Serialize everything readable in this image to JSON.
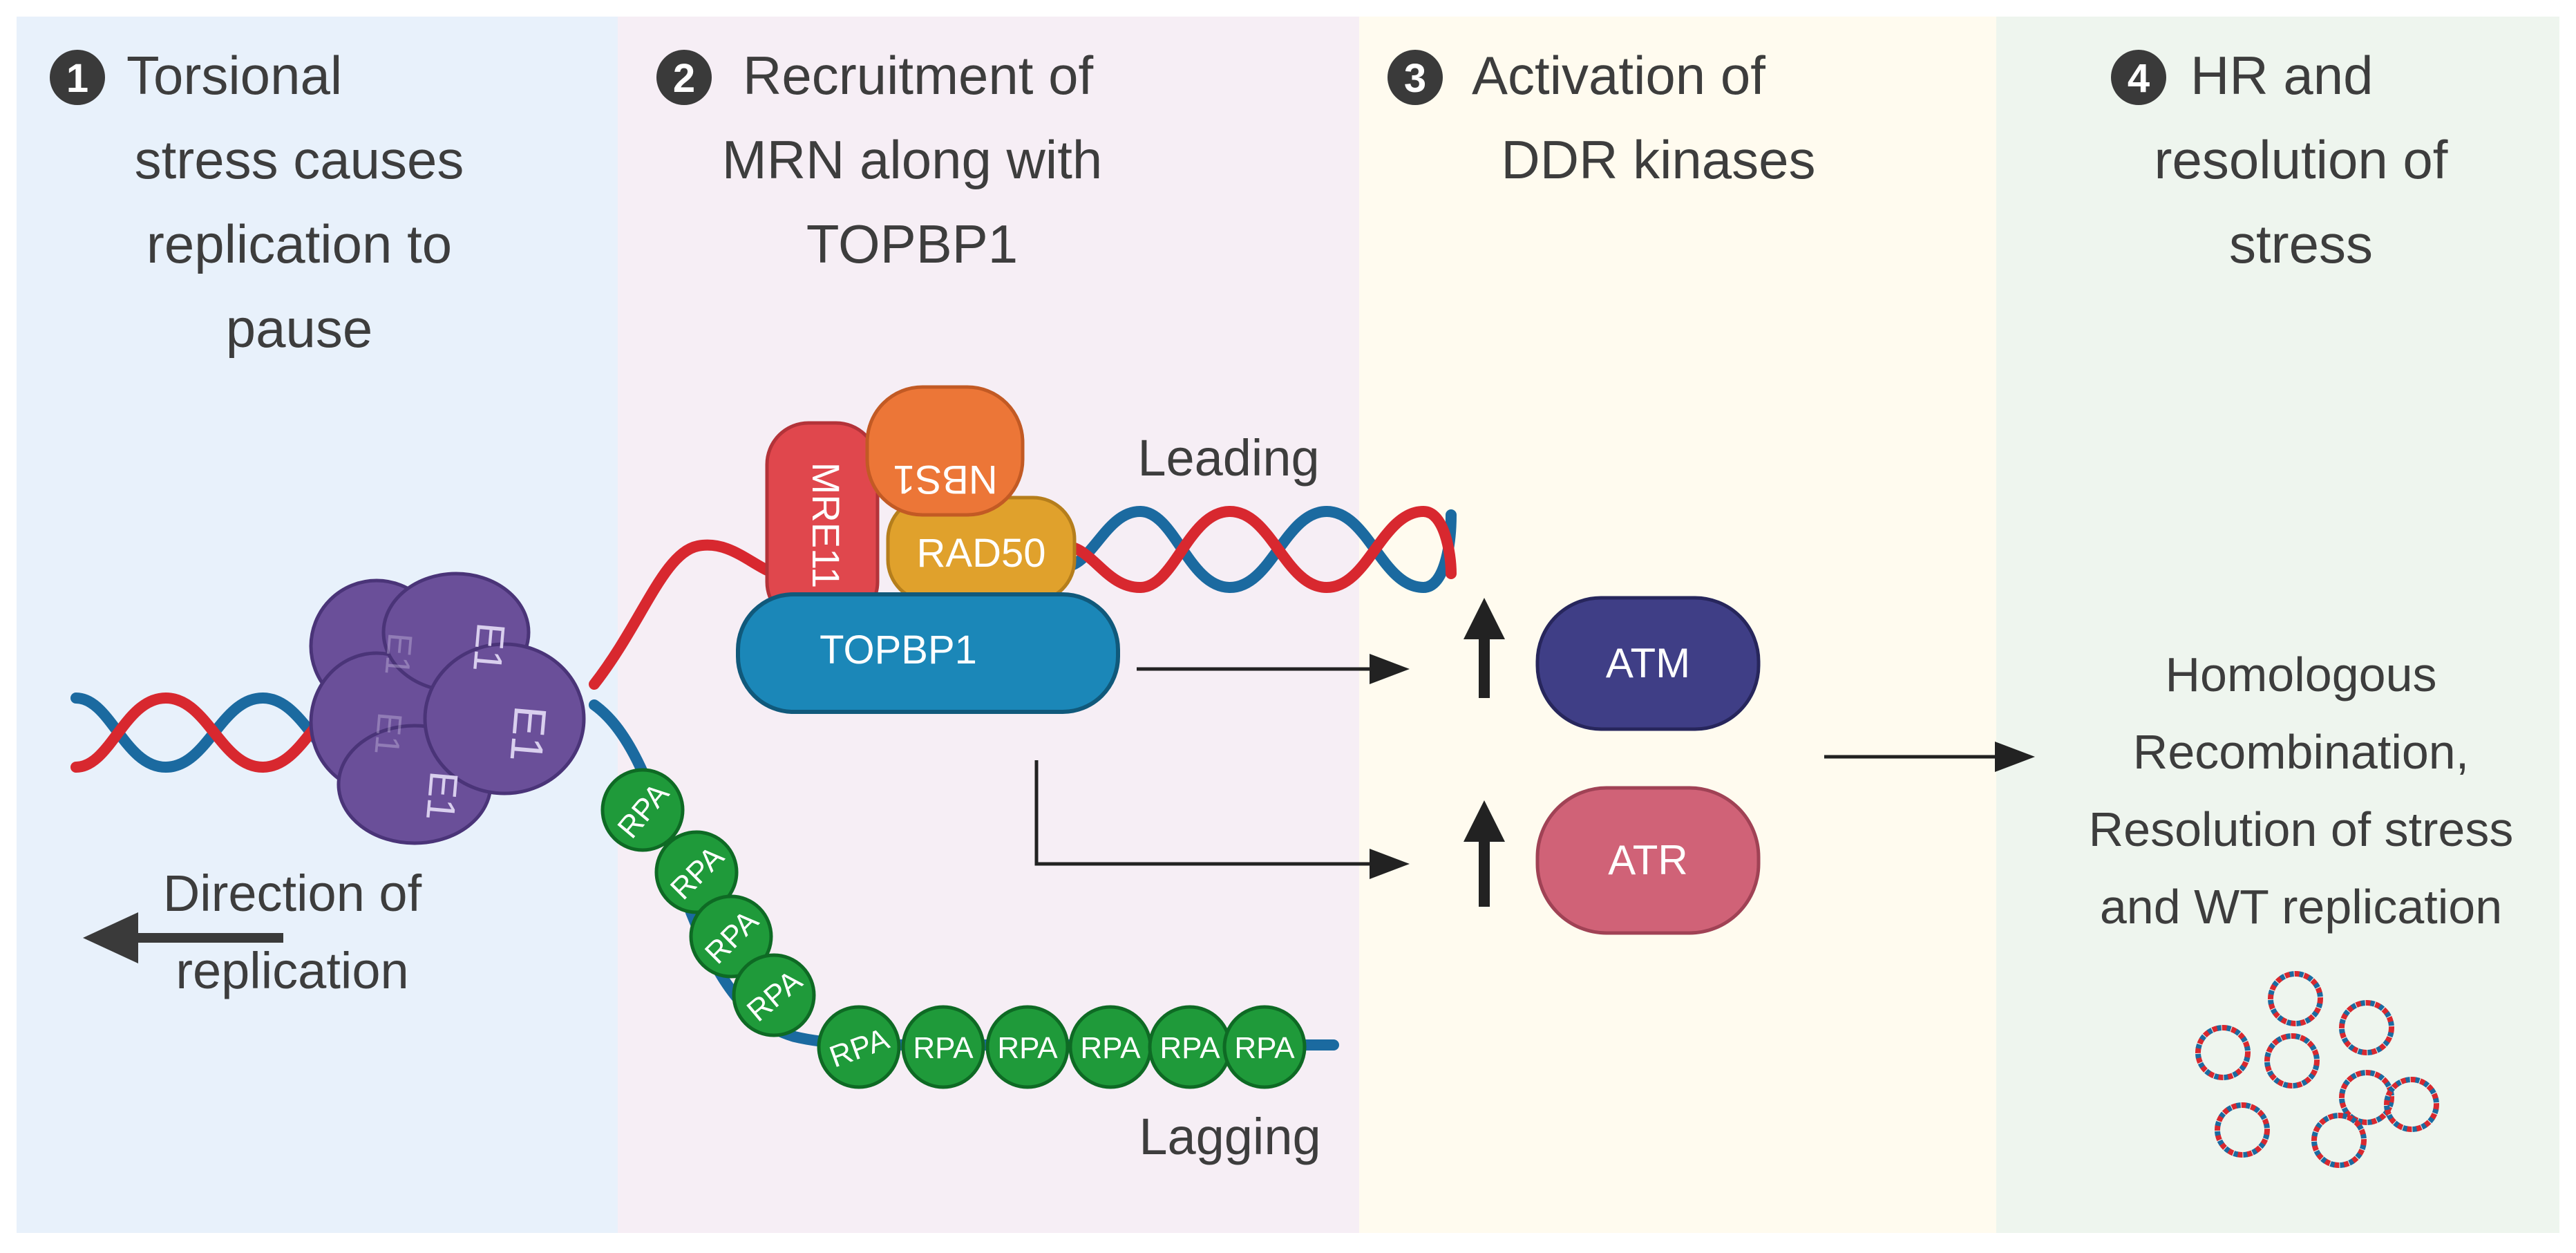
{
  "panels": [
    {
      "number": "1",
      "lines": [
        "Torsional",
        "stress causes",
        "replication to",
        "pause"
      ],
      "color": "#e8f1fb"
    },
    {
      "number": "2",
      "lines": [
        "Recruitment of",
        "MRN along with",
        "TOPBP1"
      ],
      "color": "#f6eef5"
    },
    {
      "number": "3",
      "lines": [
        "Activation of",
        "DDR kinases"
      ],
      "color": "#fffbef"
    },
    {
      "number": "4",
      "lines": [
        "HR and",
        "resolution of",
        "stress"
      ],
      "color": "#eef5ee"
    }
  ],
  "helicase": {
    "labels": [
      "E1",
      "E1",
      "E1",
      "E1",
      "E1"
    ],
    "color": "#6a4f99"
  },
  "direction": {
    "lines": [
      "Direction of",
      "replication"
    ]
  },
  "strands": {
    "leading": "Leading",
    "lagging": "Lagging"
  },
  "mrn": {
    "mre11": "MRE11",
    "nbs1": "NBS1",
    "rad50": "RAD50",
    "topbp1": "TOPBP1"
  },
  "rpa": {
    "label": "RPA",
    "count": 10,
    "color": "#1f9a3a"
  },
  "kinases": {
    "atm": "ATM",
    "atr": "ATR",
    "atm_color": "#3f3e86",
    "atr_color": "#d06277"
  },
  "outcome": {
    "lines": [
      "Homologous",
      "Recombination,",
      "Resolution of stress",
      "and WT replication"
    ]
  },
  "dna_colors": {
    "red": "#d8282f",
    "blue": "#1b6aa0"
  }
}
